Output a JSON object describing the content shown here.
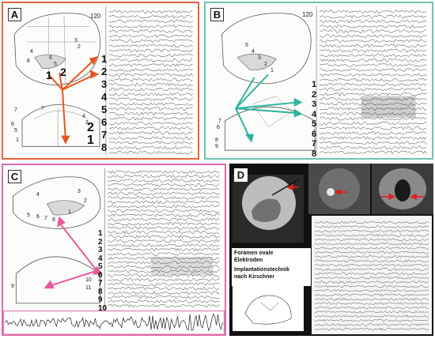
{
  "panels": {
    "a": {
      "label": "A",
      "border_color": "#e8643c",
      "arrow_color": "#e8541e",
      "top_right_value": "120",
      "left_numbers": [
        "4",
        "6",
        "5",
        "8",
        "3",
        "2",
        "7",
        "1",
        "2",
        "1"
      ],
      "left_lower_numbers": [
        "7",
        "6",
        "5",
        "4",
        "3",
        "2",
        "1"
      ],
      "big_numbers": [
        "1",
        "2",
        "3",
        "4",
        "5",
        "6",
        "7",
        "8"
      ],
      "side_big": [
        "2",
        "1"
      ]
    },
    "b": {
      "label": "B",
      "border_color": "#6cc4b0",
      "arrow_color": "#2fb3a0",
      "top_right_value": "120",
      "big_numbers": [
        "1",
        "2",
        "3",
        "4",
        "5",
        "6",
        "7",
        "8"
      ],
      "left_numbers": [
        "6",
        "7",
        "8",
        "9",
        "5",
        "4",
        "3",
        "2",
        "1"
      ]
    },
    "c": {
      "label": "C",
      "border_color": "#e06aa8",
      "arrow_color": "#e8589c",
      "big_numbers": [
        "1",
        "2",
        "3",
        "4",
        "5",
        "6",
        "7",
        "8",
        "9",
        "10"
      ],
      "left_numbers": [
        "4",
        "3",
        "2",
        "5",
        "6",
        "7",
        "8",
        "9",
        "10",
        "11",
        "1"
      ]
    },
    "d": {
      "label": "D",
      "arrow_color": "#e0201e",
      "caption_lines": [
        "Foramen ovale",
        "Elektroden",
        "Implantationstechnik",
        "nach Kirschner"
      ]
    }
  }
}
